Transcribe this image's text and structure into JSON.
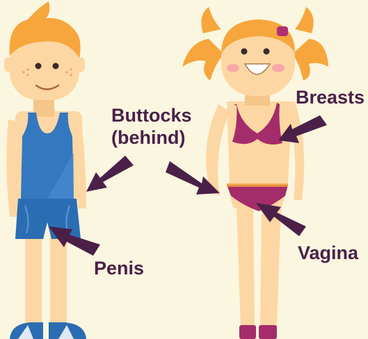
{
  "labels": {
    "buttocks_line1": "Buttocks",
    "buttocks_line2": "(behind)",
    "breasts": "Breasts",
    "penis": "Penis",
    "vagina": "Vagina"
  },
  "colors": {
    "background": "#fbf6df",
    "label_text": "#4a2049",
    "arrow": "#4a2049",
    "skin": "#fdd7a3",
    "hair": "#f6a63c",
    "boy_shirt": "#3478bf",
    "boy_shorts": "#2b6db3",
    "shoes": "#2b6db3",
    "girl_swimsuit": "#a52c6a",
    "girl_hair_tie": "#b03072"
  }
}
